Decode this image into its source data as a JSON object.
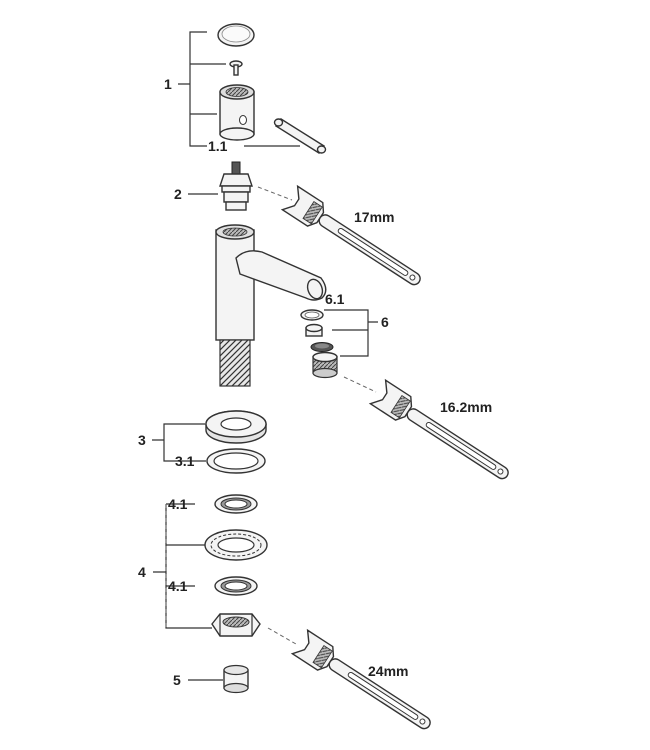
{
  "labels": {
    "p1": "1",
    "p1_1": "1.1",
    "p2": "2",
    "p3": "3",
    "p3_1": "3.1",
    "p4": "4",
    "p4_1a": "4.1",
    "p4_1b": "4.1",
    "p5": "5",
    "p6": "6",
    "p6_1": "6.1"
  },
  "wrench_sizes": {
    "w1": "17mm",
    "w2": "16.2mm",
    "w3": "24mm"
  }
}
